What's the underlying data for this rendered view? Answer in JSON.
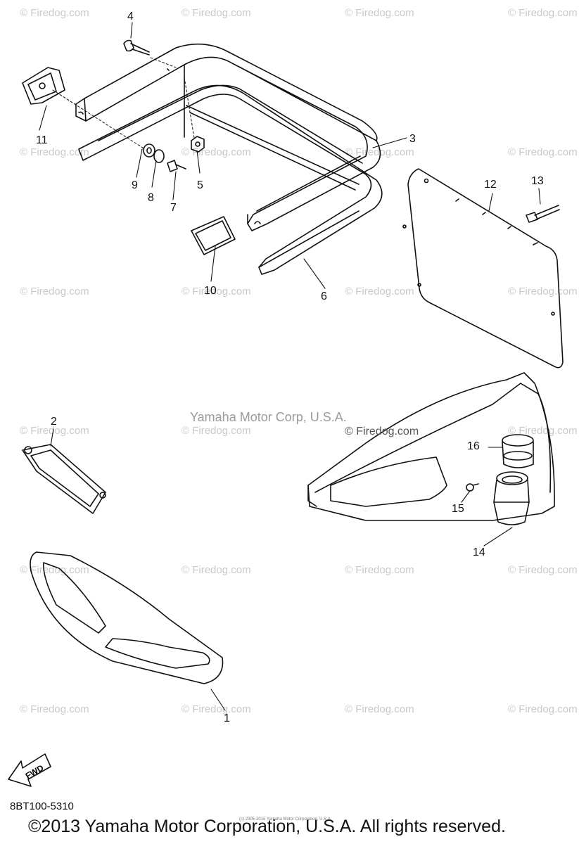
{
  "watermark": "© Firedog.com",
  "center_credit": "Yamaha Motor Corp, U.S.A.",
  "center_credit_watermark": "© Firedog.com",
  "diagram_code": "8BT100-5310",
  "copyright": "©2013 Yamaha Motor Corporation, U.S.A. All rights reserved.",
  "tiny_copyright": "(c) 2005-2015 Yamaha Motor Corporation, U.S.A.",
  "fwd_label": "FWD",
  "callouts": {
    "c1": "1",
    "c2": "2",
    "c3": "3",
    "c4": "4",
    "c5": "5",
    "c6": "6",
    "c7": "7",
    "c8": "8",
    "c9": "9",
    "c10": "10",
    "c11": "11",
    "c12": "12",
    "c13": "13",
    "c14": "14",
    "c15": "15",
    "c16": "16"
  }
}
